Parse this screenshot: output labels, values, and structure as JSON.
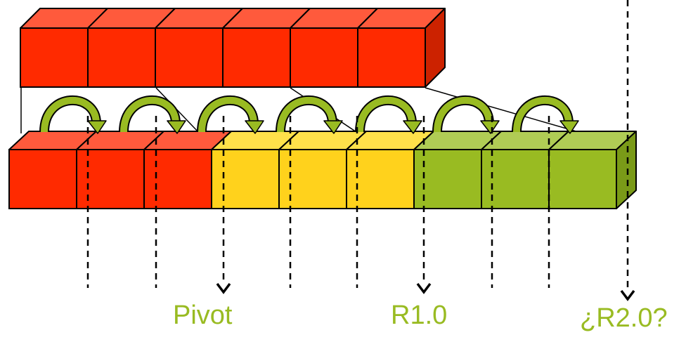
{
  "diagram": {
    "top_row": {
      "block_count": 6,
      "color": "#ff2a00"
    },
    "bottom_row": {
      "groups": [
        {
          "color": "red",
          "block_count": 3,
          "front": "#ff2a00",
          "top": "#ff5a3c",
          "side": "#cc2200"
        },
        {
          "color": "yellow",
          "block_count": 3,
          "front": "#ffd21c",
          "top": "#ffe14a",
          "side": "#ccaa00"
        },
        {
          "color": "green",
          "block_count": 3,
          "front": "#99bb22",
          "top": "#b0cc55",
          "side": "#7a9a18"
        }
      ]
    },
    "arrow_color": "#99bb22",
    "milestones": [
      {
        "label": "Pivot",
        "color": "#99bb22"
      },
      {
        "label": "R1.0",
        "color": "#99bb22"
      },
      {
        "label": "¿R2.0?",
        "color": "#99bb22"
      }
    ]
  }
}
